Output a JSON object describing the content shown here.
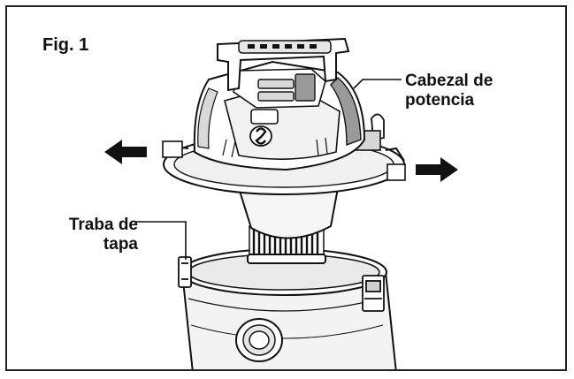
{
  "figure": {
    "title": "Fig. 1",
    "power_head_label": [
      "Cabezal de",
      "potencia"
    ],
    "lid_latch_label": [
      "Traba de",
      "tapa"
    ]
  },
  "colors": {
    "ink": "#111111",
    "shade": "#9a9a9a",
    "light": "#d9d9d9"
  }
}
